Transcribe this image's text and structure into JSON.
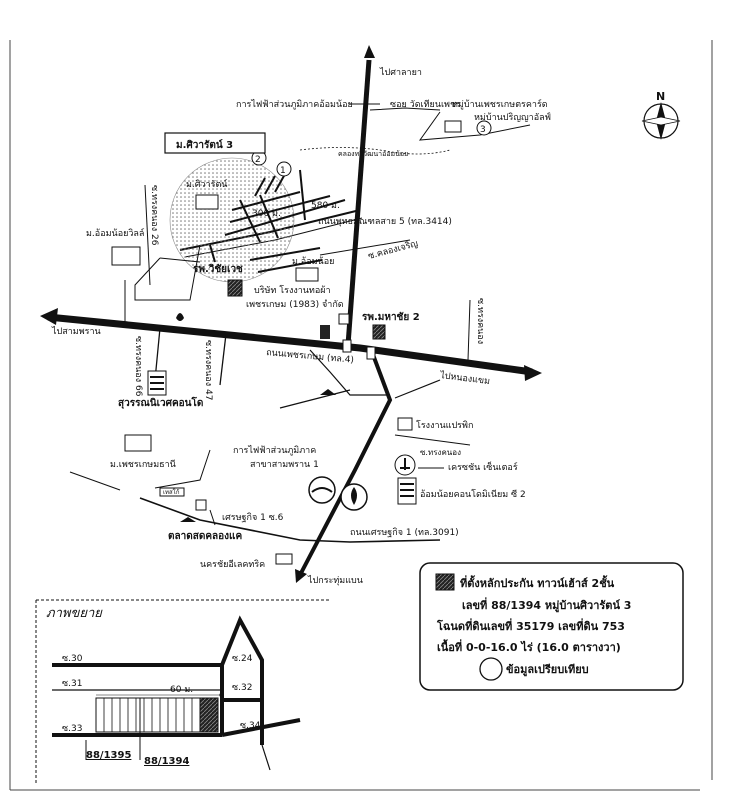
{
  "north": "N",
  "labels": {
    "to_salaya": "ไปศาลายา",
    "electric_sub_1": "การไฟฟ้าส่วนภูมิภาคอ้อมน้อย",
    "soi_wat_khlong": "ซอย วัดเทียนเพชร",
    "village_pet": "หมู่บ้านเพชรเกษตรคาร์ด",
    "village_prinya": "หมู่บ้านปริญญาอัลฟ์",
    "canal_note": "คลองทวีวัฒนาอ้อมน้อย",
    "m_siwarat3": "ม.ศิวารัตน์ 3",
    "m_siwarat_small": "ม.ศิวารัตน์",
    "dist_300": "300 ม.",
    "dist_580": "580 ม.",
    "road_phutthamonthon": "ถนนพุทธมณฑลสาย 5 (ทล.3414)",
    "m_omnoi_ville": "ม.อ้อมน้อยวิลล์",
    "soi_ruenruedee": "ซ.คลองเจริญ",
    "m_omnoi": "ม.อ้อมน้อย",
    "hospital_withet": "รพ.วิชัยเวช",
    "company_1": "บริษัท โรงงานทอผ้า",
    "company_2": "เพชรเกษม (1983) จำกัด",
    "hospital_mahachai": "รพ.มหาชัย 2",
    "to_sampran": "ไปสามพราน",
    "road_phetkasem": "ถนนเพชรเกษม (ทล.4)",
    "to_nongkhaem": "ไปหนองแขม",
    "soi_66": "ซ.ทรงคนอง 66",
    "soi_47": "ซ.ทรงคนอง 47",
    "soi_right": "ซ.ทรงคนอง",
    "soi_26": "ซ.ทรงคนอง 26",
    "suwanna_condo": "สุวรรณนิเวศคอนโด",
    "factory_plastic": "โรงงานแปรพิก",
    "soi_small": "ซ.ทรงคนอง",
    "electric_sub_2": "การไฟฟ้าส่วนภูมิภาค",
    "electric_sub_3": "สาขาสามพราน 1",
    "m_phetkasemthani": "ม.เพชรเกษมธานี",
    "tesco": "เทสโก้",
    "central_center": "เครซชัน เซ็นเตอร์",
    "omnoi_condo": "อ้อมน้อยคอนโดมิเนียม ซี 2",
    "soi_setthakit6": "เศรษฐกิจ 1 ซ.6",
    "khlong_market": "ตลาดสดคลองแค",
    "road_setthakit": "ถนนเศรษฐกิจ 1 (ทล.3091)",
    "nakhon_electric": "นครชัยอีเลคทริค",
    "to_krathum": "ไปกระทุ่มแบน"
  },
  "markers": [
    "1",
    "2",
    "3"
  ],
  "legend": {
    "line1": "ที่ตั้งหลักประกัน ทาวน์เฮ้าส์ 2ชั้น",
    "line2": "เลขที่ 88/1394 หมู่บ้านศิวารัตน์ 3",
    "line3": "โฉนดที่ดินเลขที่ 35179 เลขที่ดิน 753",
    "line4": "เนื้อที่ 0-0-16.0 ไร่ (16.0 ตารางวา)",
    "line5": "ข้อมูลเปรียบเทียบ"
  },
  "inset": {
    "title": "ภาพขยาย",
    "s30": "ซ.30",
    "s31": "ซ.31",
    "s33": "ซ.33",
    "s24": "ซ.24",
    "s32": "ซ.32",
    "s34": "ซ.34",
    "dist_60": "60 ม.",
    "plot_1395": "88/1395",
    "plot_1394": "88/1394"
  }
}
